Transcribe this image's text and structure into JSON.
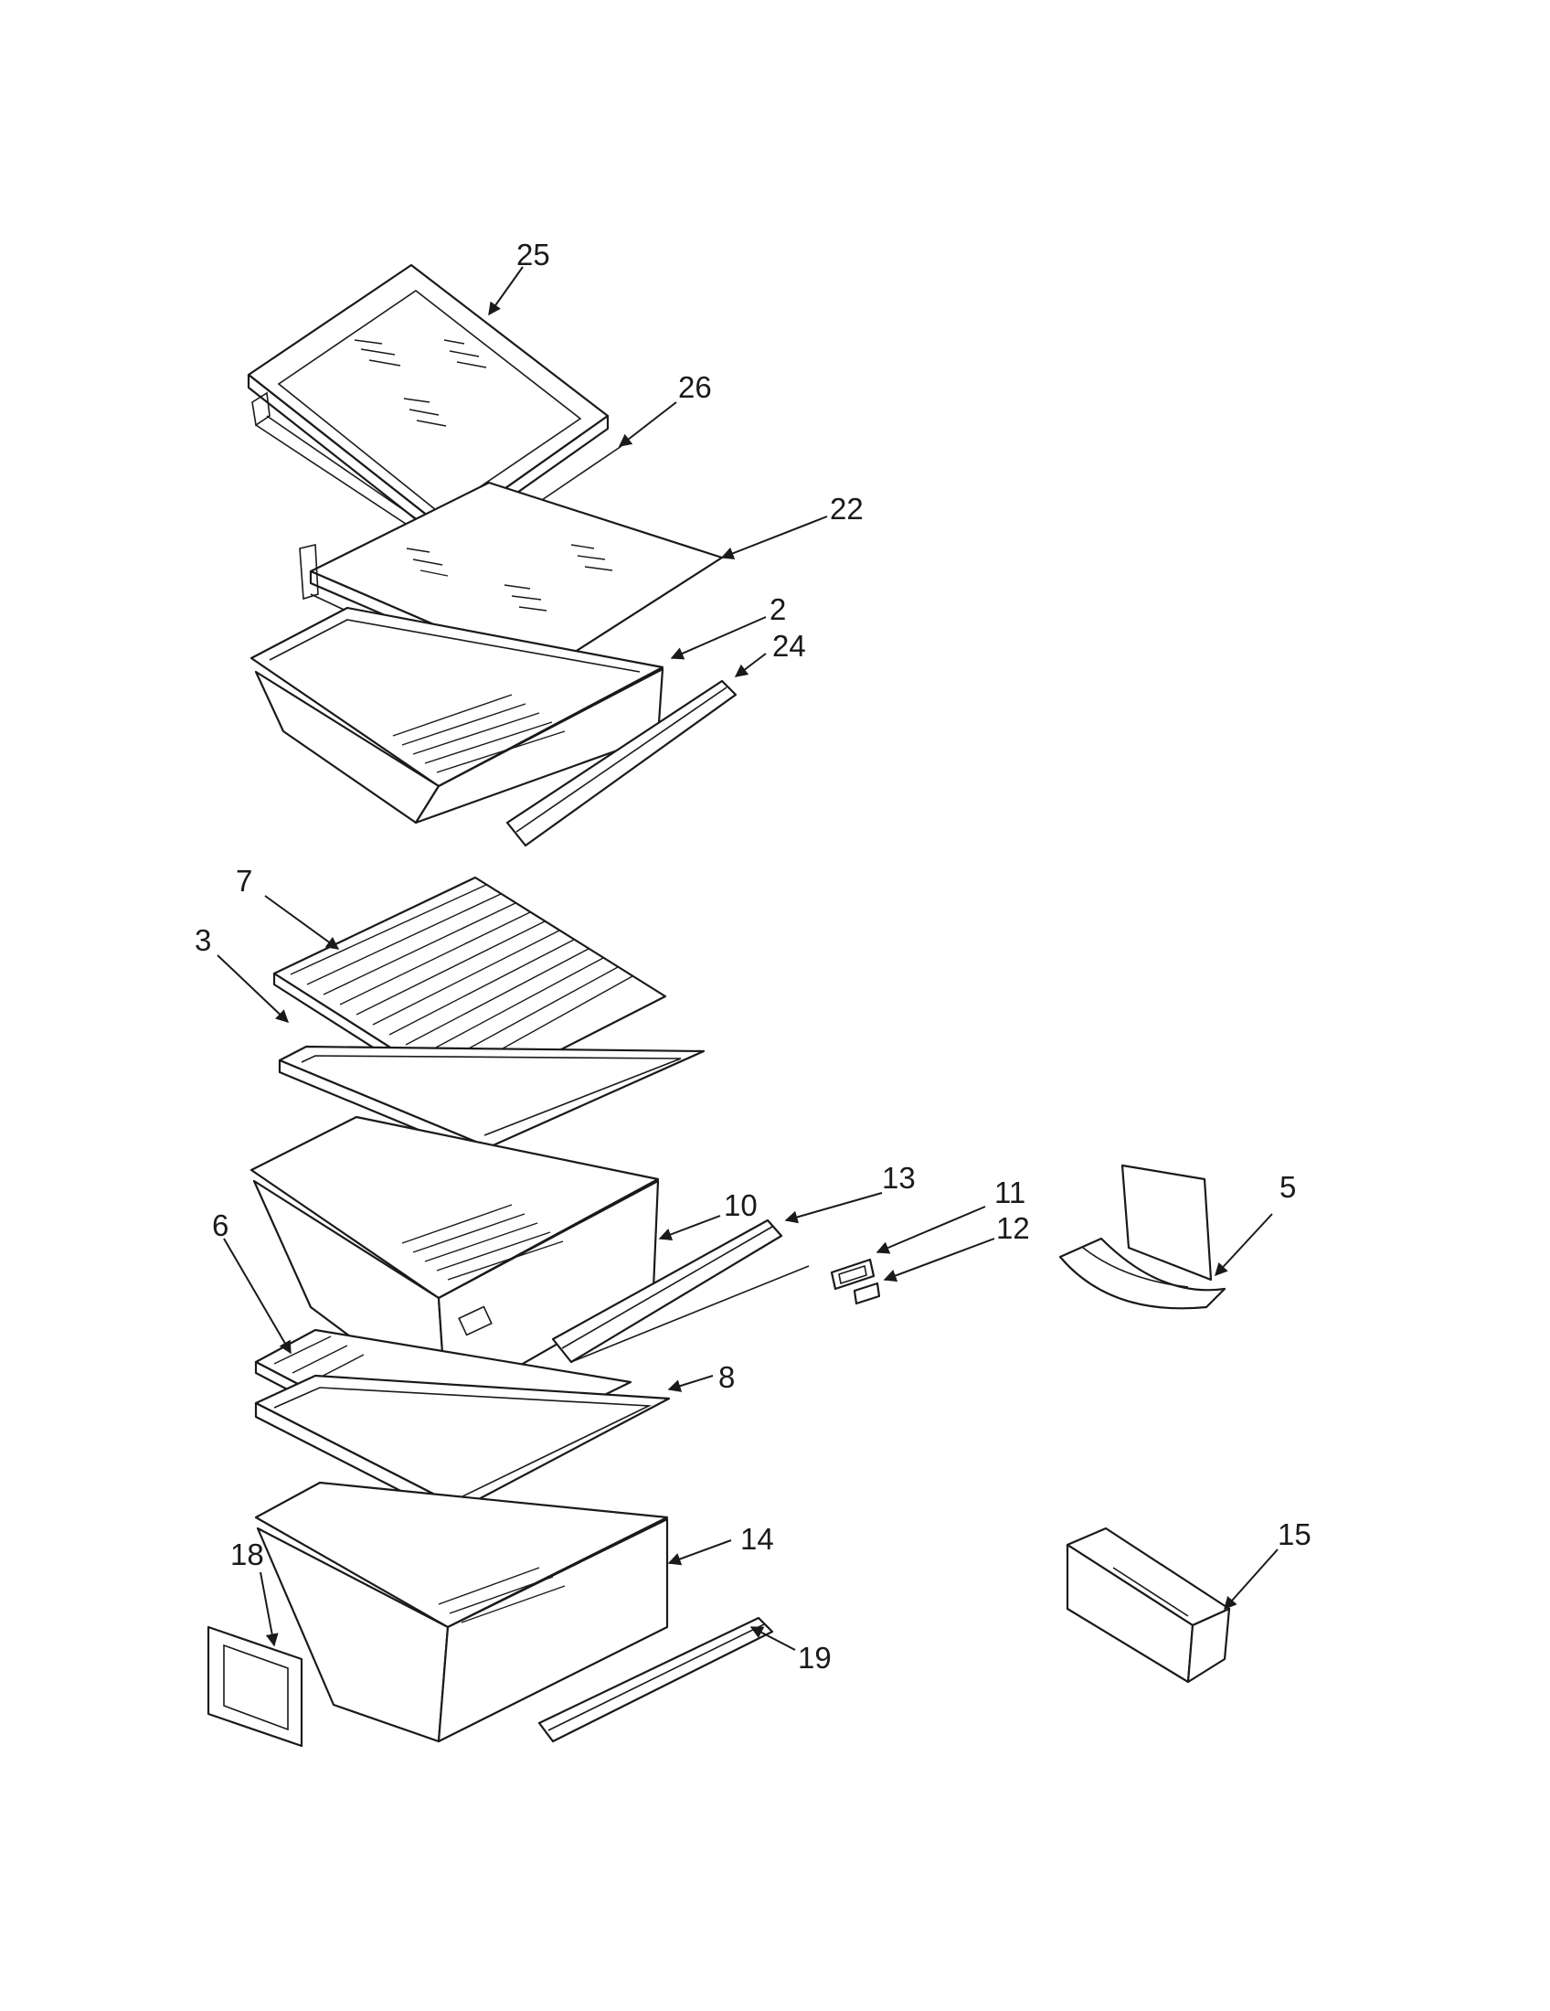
{
  "diagram": {
    "callouts": [
      {
        "id": "25",
        "label": "25"
      },
      {
        "id": "26",
        "label": "26"
      },
      {
        "id": "22",
        "label": "22"
      },
      {
        "id": "2",
        "label": "2"
      },
      {
        "id": "24",
        "label": "24"
      },
      {
        "id": "7",
        "label": "7"
      },
      {
        "id": "3",
        "label": "3"
      },
      {
        "id": "13",
        "label": "13"
      },
      {
        "id": "11",
        "label": "11"
      },
      {
        "id": "10",
        "label": "10"
      },
      {
        "id": "12",
        "label": "12"
      },
      {
        "id": "5",
        "label": "5"
      },
      {
        "id": "6",
        "label": "6"
      },
      {
        "id": "8",
        "label": "8"
      },
      {
        "id": "14",
        "label": "14"
      },
      {
        "id": "15",
        "label": "15"
      },
      {
        "id": "18",
        "label": "18"
      },
      {
        "id": "19",
        "label": "19"
      }
    ]
  }
}
